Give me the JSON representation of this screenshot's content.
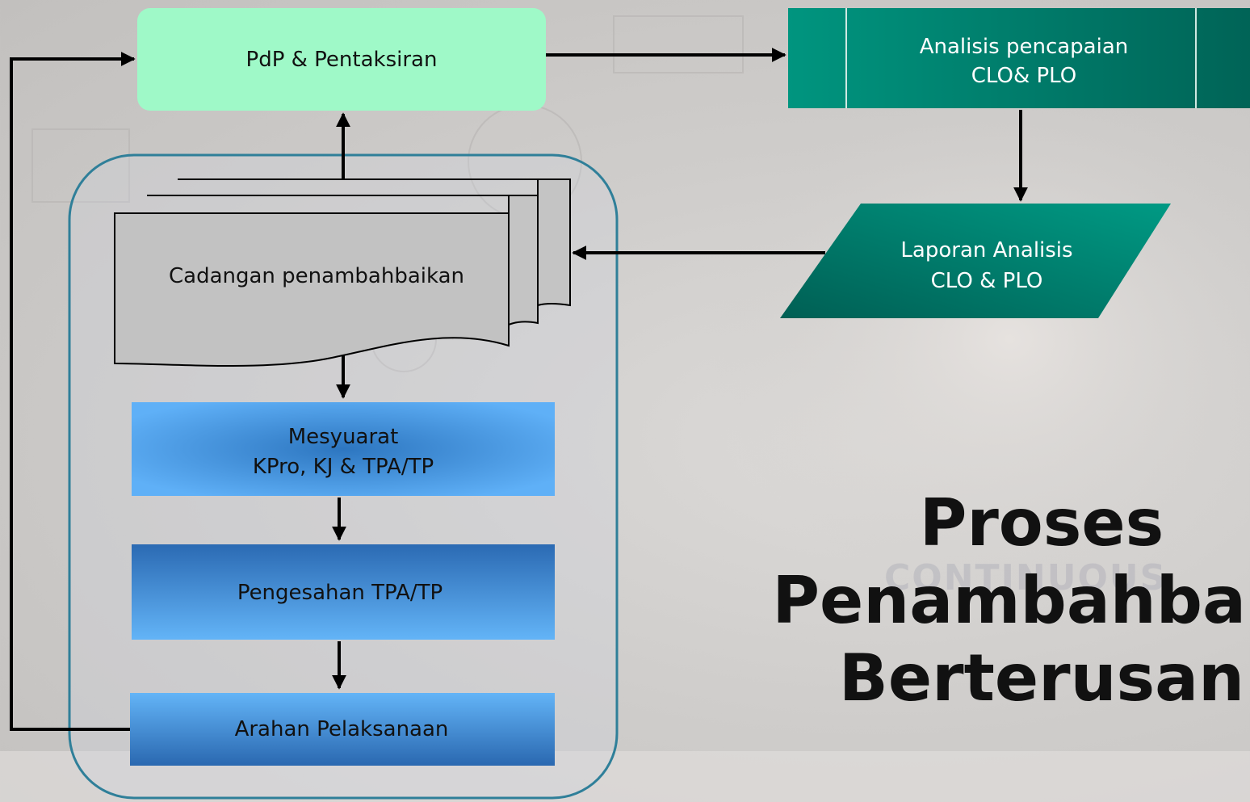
{
  "nodes": {
    "pdp": "PdP & Pentaksiran",
    "analisis": [
      "Analisis pencapaian",
      "CLO& PLO"
    ],
    "laporan": [
      "Laporan Analisis",
      "CLO & PLO"
    ],
    "cadangan": "Cadangan penambahbaikan",
    "mesyuarat": [
      "Mesyuarat",
      "KPro, KJ & TPA/TP"
    ],
    "pengesahan": "Pengesahan TPA/TP",
    "arahan": "Arahan Pelaksanaan"
  },
  "title": [
    "Proses",
    "Penambahbaik",
    "Berterusan"
  ],
  "background_text": "CONTINUOUS",
  "colors": {
    "pdp_fill": "#9ff9c8",
    "teal_dark": "#006b5e",
    "teal": "#00907e",
    "document_fill": "#c0c0c0",
    "blue_light": "#63b2f5",
    "blue_dark": "#2a6cb7",
    "group_border": "#2f7f99"
  }
}
